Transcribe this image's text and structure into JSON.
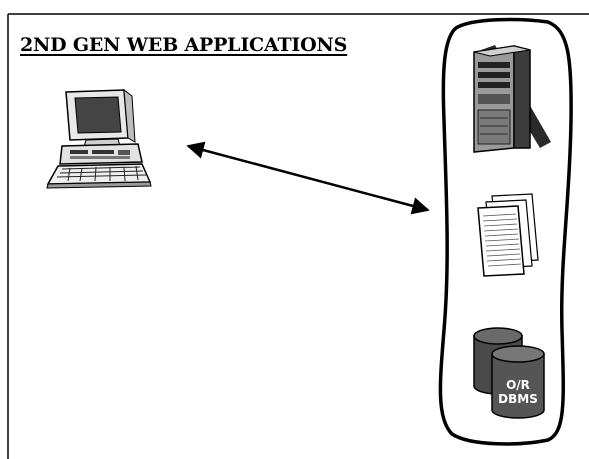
{
  "slide": {
    "title": "2ND GEN WEB APPLICATIONS"
  },
  "nodes": {
    "client": {
      "icon": "desktop-computer-icon"
    },
    "server_group": {
      "items": [
        {
          "icon": "server-tower-icon"
        },
        {
          "icon": "document-stack-icon"
        },
        {
          "icon": "database-cylinders-icon",
          "label_line1": "O/R",
          "label_line2": "DBMS"
        }
      ]
    },
    "connection": {
      "type": "bidirectional-arrow"
    }
  },
  "colors": {
    "line": "#000000",
    "server_dark": "#3c3c3c",
    "server_light": "#9a9a9a",
    "db_fill": "#555555"
  }
}
